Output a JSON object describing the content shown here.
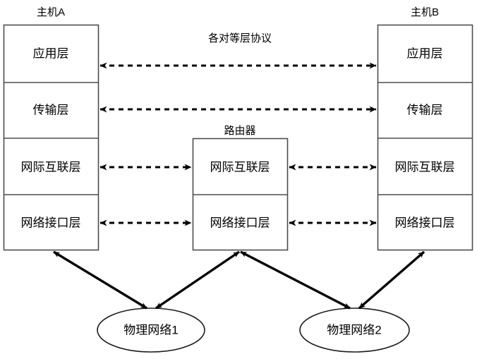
{
  "diagram": {
    "title_left": "主机A",
    "title_right": "主机B",
    "title_router": "路由器",
    "peer_protocol_label": "各对等层协议",
    "stroke_color": "#4d4d4d",
    "arrow_color": "#000000",
    "text_color": "#000000",
    "background": "#ffffff"
  },
  "host_a": {
    "name": "主机A",
    "layers": [
      {
        "label": "应用层"
      },
      {
        "label": "传输层"
      },
      {
        "label": "网际互联层"
      },
      {
        "label": "网络接口层"
      }
    ]
  },
  "host_b": {
    "name": "主机B",
    "layers": [
      {
        "label": "应用层"
      },
      {
        "label": "传输层"
      },
      {
        "label": "网际互联层"
      },
      {
        "label": "网络接口层"
      }
    ]
  },
  "router": {
    "name": "路由器",
    "layers": [
      {
        "label": "网际互联层"
      },
      {
        "label": "网络接口层"
      }
    ]
  },
  "networks": [
    {
      "label": "物理网络1"
    },
    {
      "label": "物理网络2"
    }
  ]
}
